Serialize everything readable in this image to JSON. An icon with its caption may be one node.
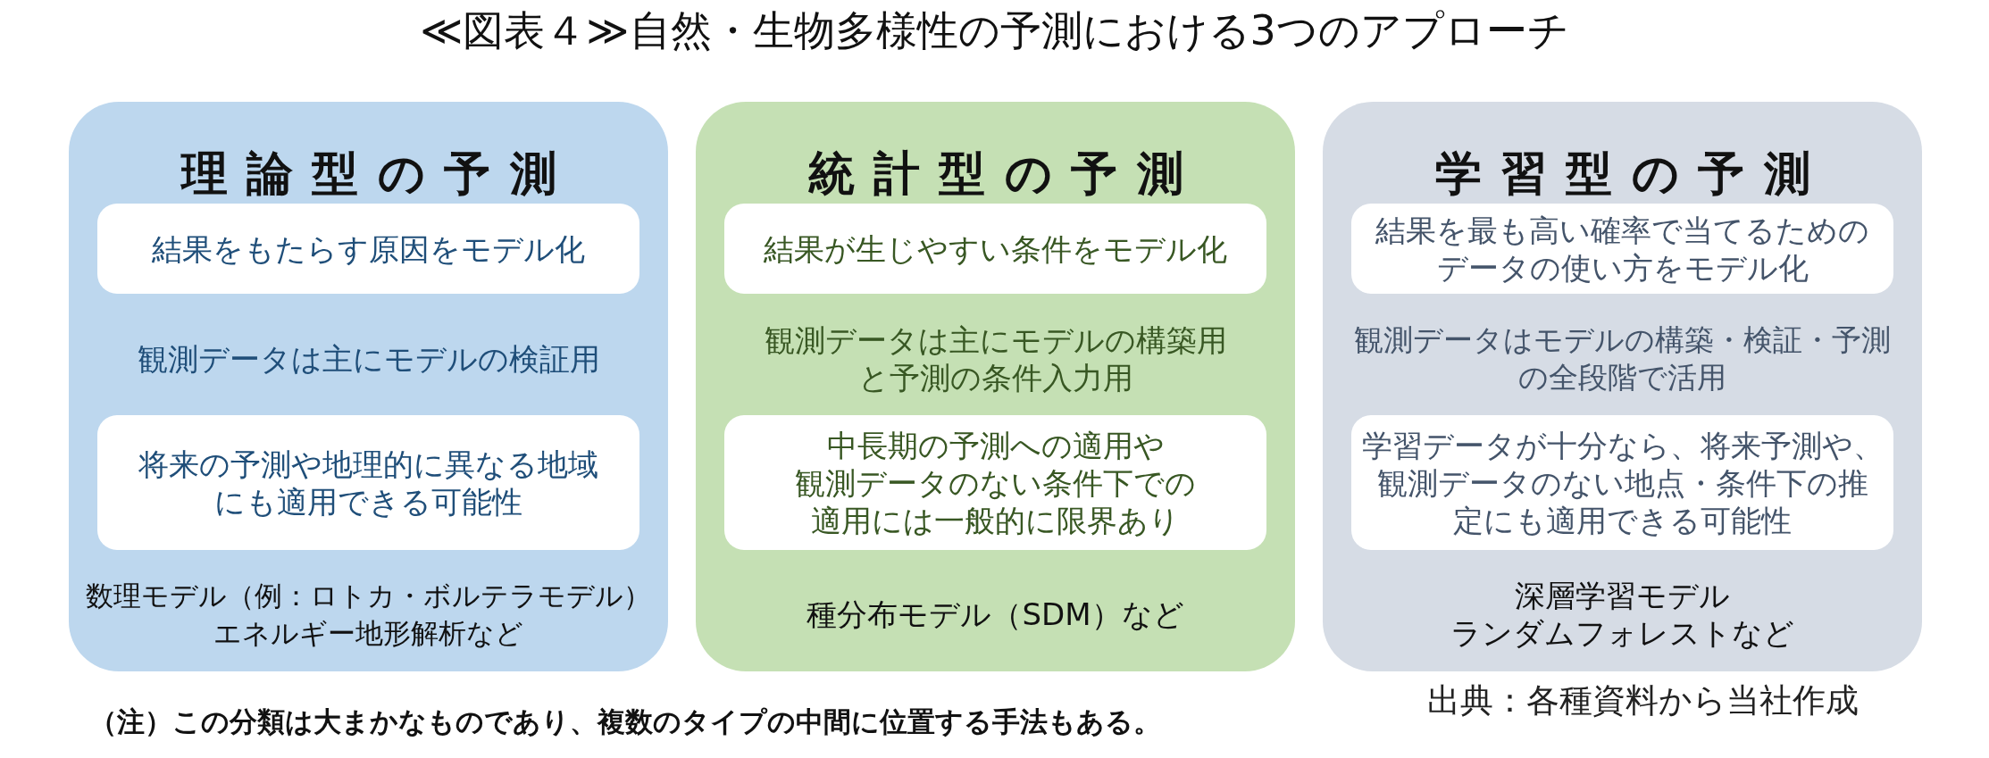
{
  "diagram": {
    "title": "≪図表４≫自然・生物多様性の予測における3つのアプローチ",
    "nodes": [
      {
        "text": [
          "理論型の予測",
          "観測データは主にモデルの検証用",
          "数理モデル（例：ロトカ・ボルテラモデル）エネルギー地形解析など"
        ]
      },
      {
        "text": [
          "結果をもたらす原因をモデル化"
        ],
        "in": 0
      },
      {
        "text": [
          "将来の予測や地理的に異なる地域にも適用できる可能性"
        ],
        "in": 0
      },
      {
        "text": [
          "統計型の予測",
          "観測データは主にモデルの構築用と予測の条件入力用",
          "種分布モデル（SDM）など"
        ]
      },
      {
        "text": [
          "結果が生じやすい条件をモデル化"
        ],
        "in": 3
      },
      {
        "text": [
          "中長期の予測への適用や観測データのない条件下での適用には一般的に限界あり"
        ],
        "in": 3
      },
      {
        "text": [
          "学習型の予測",
          "観測データはモデルの構築・検証・予測の全段階で活用",
          "深層学習モデルランダムフォレストなど"
        ]
      },
      {
        "text": [
          "結果を最も高い確率で当てるためのデータの使い方をモデル化"
        ],
        "in": 6
      },
      {
        "text": [
          "学習データが十分なら、将来予測や、観測データのない地点・条件下の推定にも適用できる可能性"
        ],
        "in": 6
      }
    ],
    "labels": [
      "（注）この分類は大まかなものであり、複数のタイプの中間に位置する手法もある。",
      "出典：各種資料から当社作成"
    ]
  }
}
